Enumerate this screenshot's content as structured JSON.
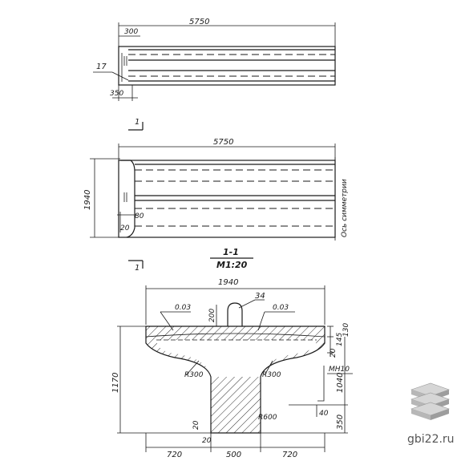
{
  "top_view": {
    "length": "5750",
    "end_offset": "300",
    "bottom_offset": "350",
    "callout": "17"
  },
  "side_view": {
    "length": "5750",
    "height": "1940",
    "dim_80": "80",
    "dim_20": "20",
    "axis_label": "Ось симметрии",
    "section_mark": "1"
  },
  "section": {
    "title": "1-1",
    "scale": "М1:20",
    "width": "1940",
    "callout": "34",
    "slope_left": "0.03",
    "slope_right": "0.03",
    "dim_200": "200",
    "dim_130": "130",
    "dim_145": "145",
    "dim_20a": "20",
    "dim_1170": "1170",
    "dim_1040": "1040",
    "dim_350": "350",
    "dim_40": "40",
    "dim_20b": "20",
    "dim_20c": "20",
    "radius_left": "R300",
    "radius_right": "R300",
    "radius_small": "R600",
    "embedded": "МН10",
    "bottom_left": "720",
    "bottom_mid": "500",
    "bottom_right": "720"
  },
  "watermark": {
    "text": "gbi22.ru"
  }
}
